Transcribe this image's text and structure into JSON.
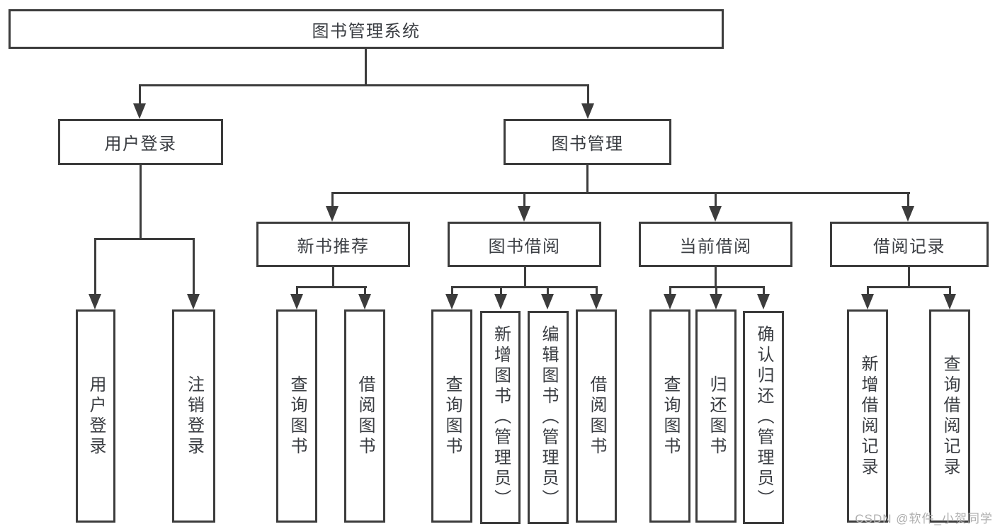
{
  "page": {
    "background": "#ffffff",
    "line_color": "#3c3c3c",
    "text_color": "#3a3d42",
    "watermark_color": "#aeaeae",
    "watermark": "CSDN @软件_小贺同学"
  },
  "nodes": {
    "root": "图书管理系统",
    "user_login": "用户登录",
    "book_management": "图书管理",
    "new_book_recommend": "新书推荐",
    "book_borrowing": "图书借阅",
    "current_borrowing": "当前借阅",
    "borrowing_records": "借阅记录",
    "leaf_user_login": "用户登录",
    "leaf_logout": "注销登录",
    "leaf_nb_query_books": "查询图书",
    "leaf_nb_borrow_books": "借阅图书",
    "leaf_bb_query_books": "查询图书",
    "leaf_bb_add_books": "新增图书（管理员）",
    "leaf_bb_edit_books": "编辑图书（管理员）",
    "leaf_bb_borrow_books": "借阅图书",
    "leaf_cb_query_books": "查询图书",
    "leaf_cb_return_books": "归还图书",
    "leaf_cb_confirm_return": "确认归还（管理员）",
    "leaf_br_add_record": "新增借阅记录",
    "leaf_br_query_record": "查询借阅记录"
  }
}
